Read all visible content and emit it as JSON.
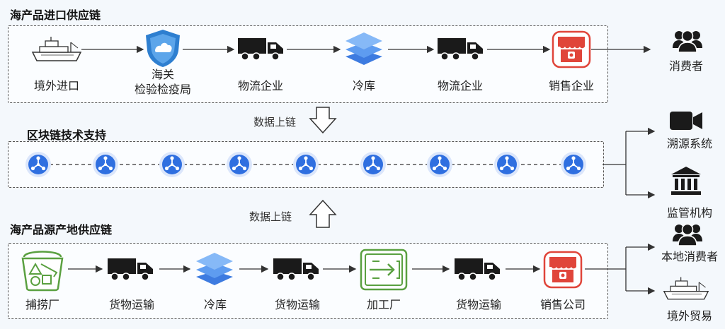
{
  "import_chain": {
    "title": "海产品进口供应链",
    "nodes": [
      {
        "icon": "ship-icon",
        "label": "境外进口"
      },
      {
        "icon": "customs-shield-icon",
        "label": "海关",
        "label2": "检验检疫局"
      },
      {
        "icon": "truck-icon",
        "label": "物流企业"
      },
      {
        "icon": "layers-icon",
        "label": "冷库"
      },
      {
        "icon": "truck-icon",
        "label": "物流企业"
      },
      {
        "icon": "store-icon",
        "label": "销售企业"
      }
    ],
    "output": {
      "icon": "consumers-icon",
      "label": "消费者"
    }
  },
  "blockchain": {
    "title": "区块链技术支持",
    "upload_top": "数据上链",
    "upload_bottom": "数据上链",
    "node_count": 9
  },
  "origin_chain": {
    "title": "海产品源产地供应链",
    "nodes": [
      {
        "icon": "basket-icon",
        "label": "捕捞厂"
      },
      {
        "icon": "truck-icon",
        "label": "货物运输"
      },
      {
        "icon": "layers-icon",
        "label": "冷库"
      },
      {
        "icon": "truck-icon",
        "label": "货物运输"
      },
      {
        "icon": "processing-icon",
        "label": "加工厂"
      },
      {
        "icon": "truck-icon",
        "label": "货物运输"
      },
      {
        "icon": "store-icon",
        "label": "销售公司"
      }
    ],
    "outputs": [
      {
        "icon": "consumers-icon",
        "label": "本地消费者"
      },
      {
        "icon": "ship-icon",
        "label": "境外贸易"
      }
    ]
  },
  "blockchain_outputs": [
    {
      "icon": "video-camera-icon",
      "label": "溯源系统"
    },
    {
      "icon": "bank-icon",
      "label": "监管机构"
    }
  ],
  "colors": {
    "blue": "#3d7be0",
    "red": "#e0453a",
    "green": "#5aa040",
    "dark": "#1a1a1a"
  }
}
